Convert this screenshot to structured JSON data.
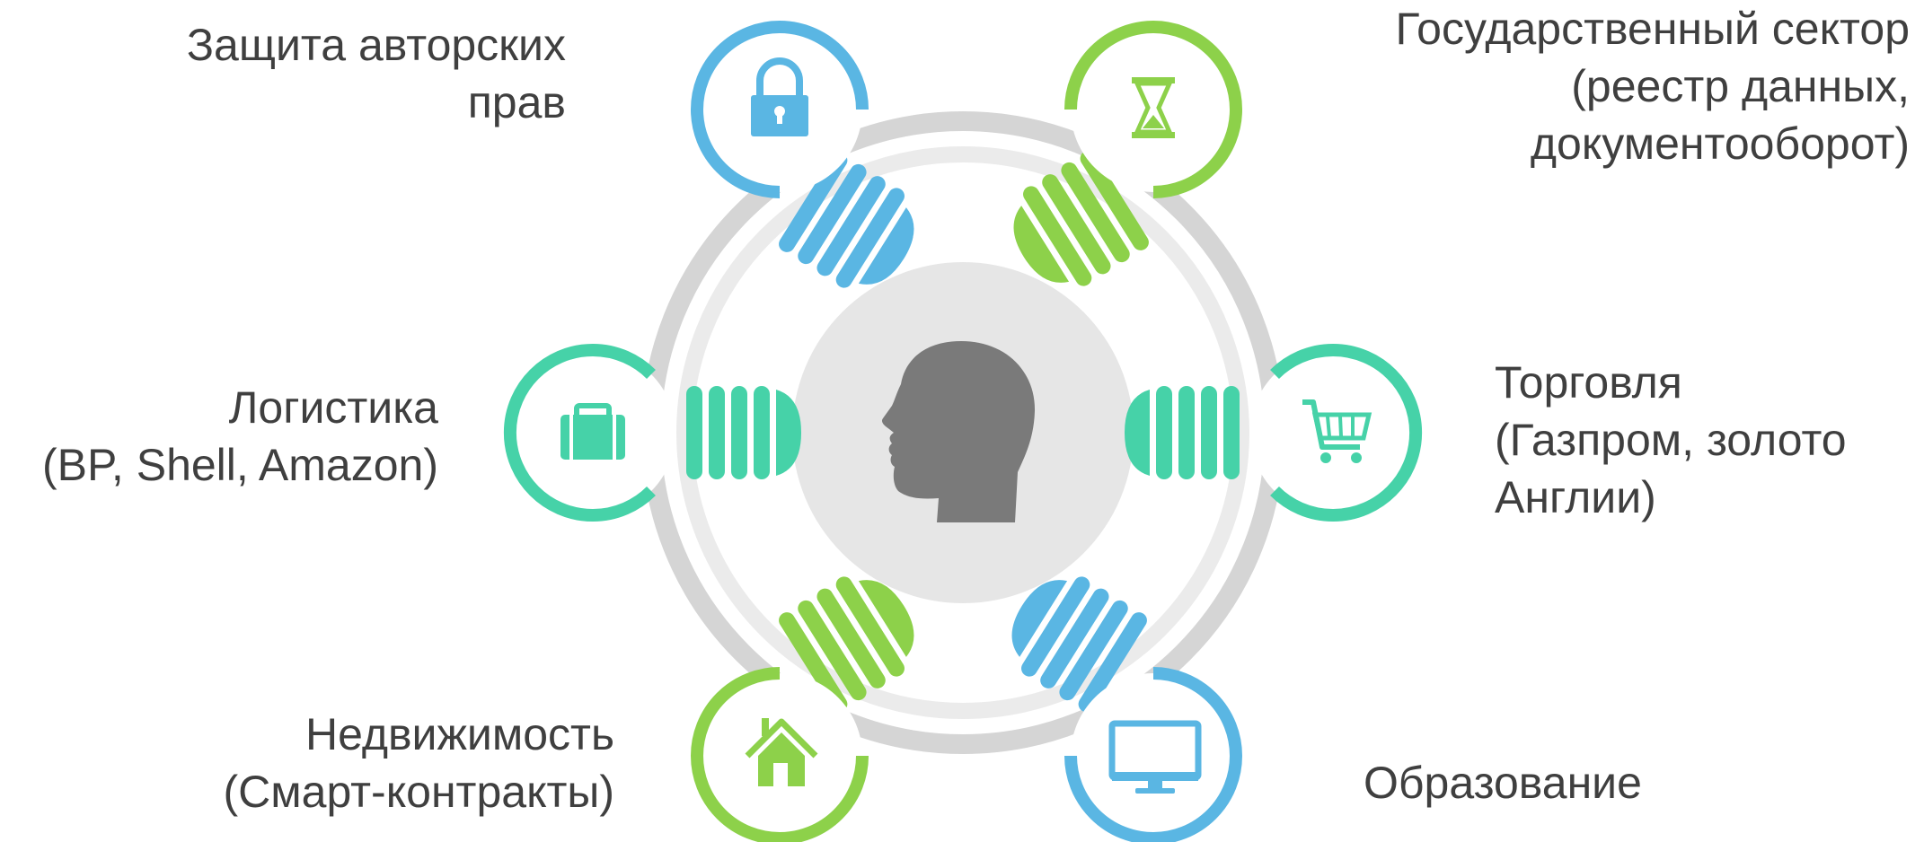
{
  "colors": {
    "blue": "#5ab6e3",
    "green": "#8dd14a",
    "teal": "#46d2a8",
    "ring_outer": "#d5d5d5",
    "ring_inner": "#ebebeb",
    "center_disc": "#e6e6e6",
    "head": "#7a7a7a",
    "text": "#3f3f3f"
  },
  "center": {
    "icon": "head-profile-icon"
  },
  "nodes": [
    {
      "id": "copyright",
      "icon": "lock-icon",
      "color": "blue",
      "label_lines": [
        "Защита авторских",
        "прав"
      ]
    },
    {
      "id": "government",
      "icon": "hourglass-icon",
      "color": "green",
      "label_lines": [
        "Государственный сектор",
        "(реестр данных,",
        "документооборот)"
      ]
    },
    {
      "id": "logistics",
      "icon": "briefcase-icon",
      "color": "teal",
      "label_lines": [
        "Логистика",
        "(BP, Shell, Amazon)"
      ]
    },
    {
      "id": "trade",
      "icon": "shopping-cart-icon",
      "color": "teal",
      "label_lines": [
        "Торговля",
        "(Газпром, золото",
        "Англии)"
      ]
    },
    {
      "id": "realestate",
      "icon": "house-icon",
      "color": "green",
      "label_lines": [
        "Недвижимость",
        "(Смарт-контракты)"
      ]
    },
    {
      "id": "education",
      "icon": "monitor-icon",
      "color": "blue",
      "label_lines": [
        "Образование"
      ]
    }
  ]
}
